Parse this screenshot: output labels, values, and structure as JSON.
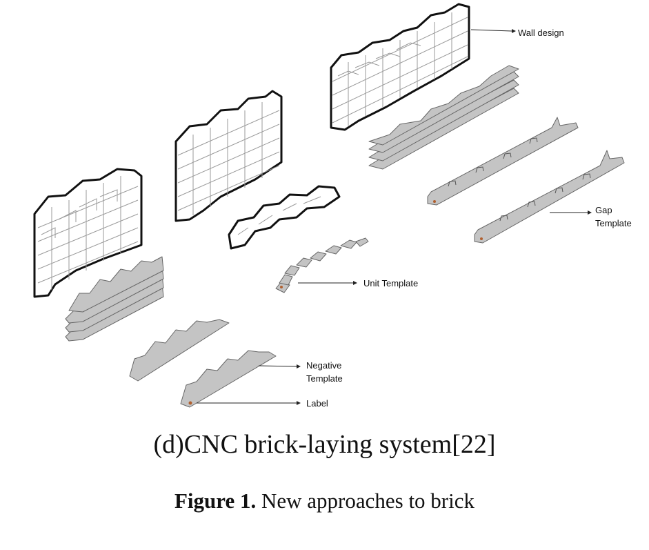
{
  "labels": {
    "wall_design": "Wall design",
    "gap_template_line1": "Gap",
    "gap_template_line2": "Template",
    "unit_template": "Unit Template",
    "negative_template_line1": "Negative",
    "negative_template_line2": "Template",
    "label": "Label"
  },
  "caption": "(d)CNC brick-laying system[22]",
  "figure_caption": {
    "number": "Figure 1.",
    "text": " New approaches to brick"
  },
  "colors": {
    "template_fill": "#c4c4c4",
    "outline": "#111111"
  }
}
